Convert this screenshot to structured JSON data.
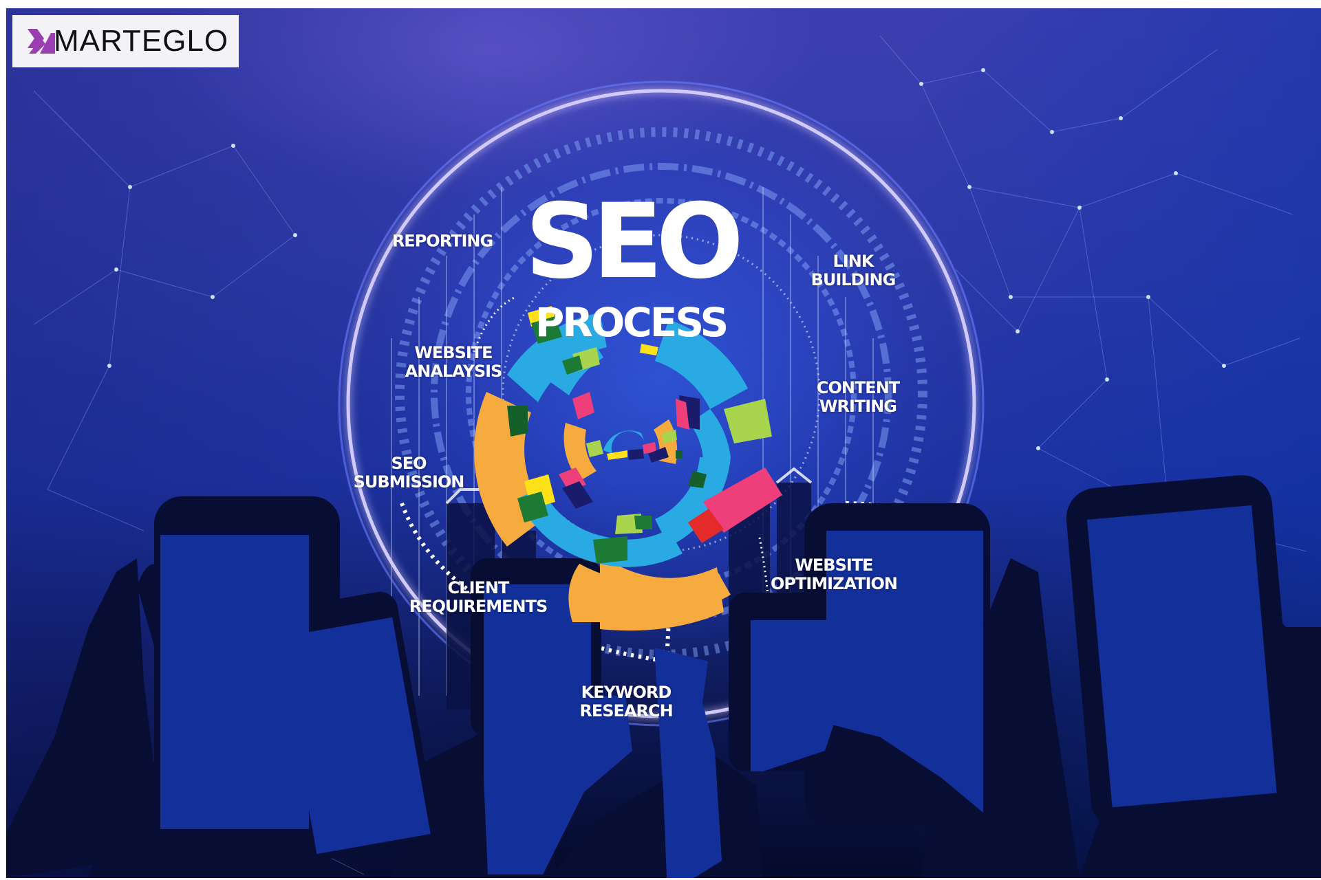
{
  "brand": {
    "name": "MARTEGLO",
    "logo_mark_icon": "m-chevron-logo-icon",
    "logo_mark_color": "#9b3fb0",
    "logo_background": "#f3f2f7",
    "text_color": "#111111"
  },
  "headline": {
    "line1": "SEO",
    "line2": "PROCESS"
  },
  "process_steps": [
    {
      "id": "reporting",
      "line1": "REPORTING",
      "line2": ""
    },
    {
      "id": "link-building",
      "line1": "LINK",
      "line2": "BUILDING"
    },
    {
      "id": "website-analysis",
      "line1": "WEBSITE",
      "line2": "ANALAYSIS"
    },
    {
      "id": "content-writing",
      "line1": "CONTENT",
      "line2": "WRITING"
    },
    {
      "id": "seo-submission",
      "line1": "SEO",
      "line2": "SUBMISSION"
    },
    {
      "id": "client-requirements",
      "line1": "CLIENT",
      "line2": "REQUIREMENTS"
    },
    {
      "id": "website-optimization",
      "line1": "WEBSITE",
      "line2": "OPTIMIZATION"
    },
    {
      "id": "keyword-research",
      "line1": "KEYWORD",
      "line2": "RESEARCH"
    }
  ],
  "colors": {
    "background_top": "#3c3fb0",
    "background_mid": "#1d32a0",
    "background_bottom": "#050a2a",
    "phone_screen": "#13309a",
    "silhouette": "#070d33",
    "wheel_orange": "#f7ab3f",
    "wheel_cyan": "#2aaae2",
    "wheel_green": "#1d7a34",
    "wheel_lime": "#a9d44e",
    "wheel_pink": "#ee3f7b",
    "wheel_yellow": "#ffe11a",
    "wheel_navy": "#1a1c6b",
    "wheel_red": "#e52a2a"
  },
  "illustration": {
    "icons": [
      "hands-holding-phones-silhouette",
      "smartphone-icon",
      "circular-process-wheel",
      "network-mesh",
      "city-skyline"
    ]
  }
}
